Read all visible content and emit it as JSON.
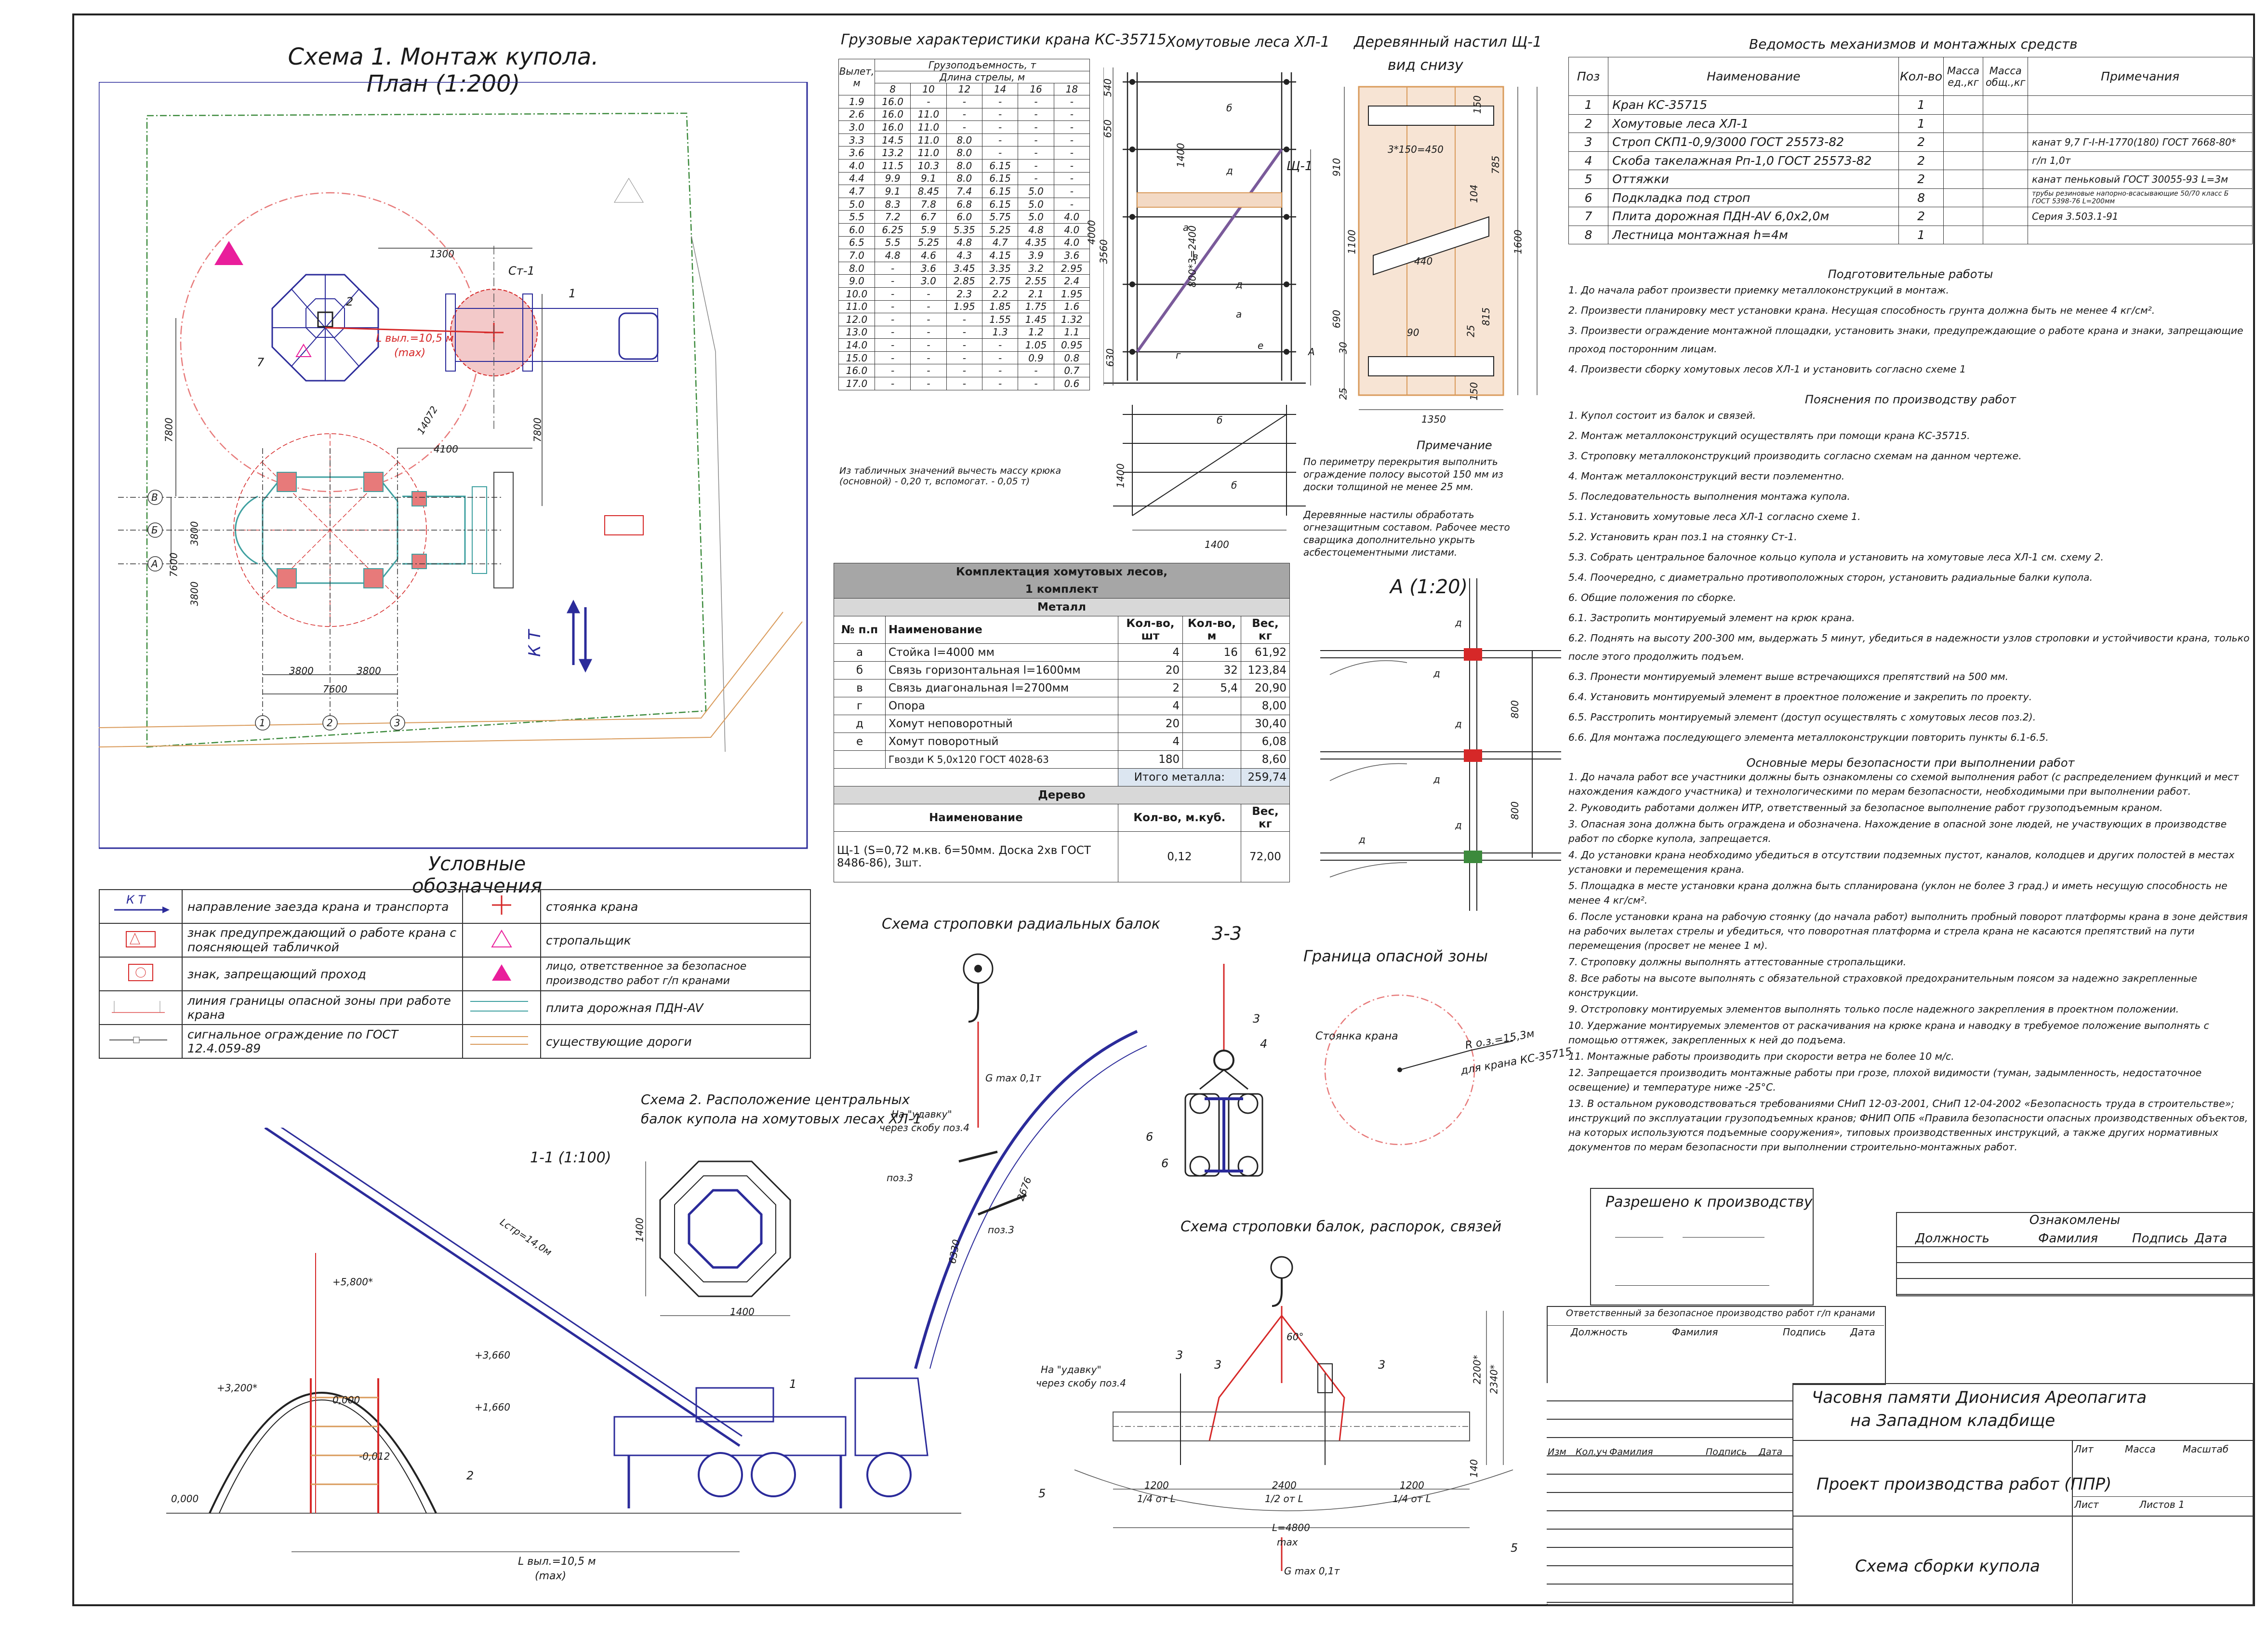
{
  "colors": {
    "green": "#3c8a3c",
    "red": "#d62828",
    "blue": "#2b2b9a",
    "magenta": "#e91e9b",
    "pink": "#e77a7a",
    "orange": "#d99a5a"
  },
  "plan": {
    "title": "Схема 1. Монтаж купола. План (1:200)",
    "labels": {
      "l1300": "1300",
      "l4100": "4100",
      "l14072": "14072",
      "l7800a": "7800",
      "l7800b": "7800",
      "l3800a": "3800",
      "l3800b": "3800",
      "l7600v": "7600",
      "l3800c": "3800",
      "l3800d": "3800",
      "l7600h": "7600",
      "ct1": "Ст-1",
      "n1": "1",
      "n2": "2",
      "n7": "7",
      "lvyl": "L выл.=10,5 м",
      "max": "(max)",
      "kt": "К Т",
      "axA": "А",
      "axB": "Б",
      "axV": "В",
      "ax1": "1",
      "ax2": "2",
      "ax3": "3"
    }
  },
  "crane_table": {
    "title": "Грузовые характеристики крана КС-35715",
    "header_left": "Вылет, м",
    "header_capacity": "Грузоподъемность, т",
    "header_boom": "Длина стрелы, м",
    "booms": [
      "8",
      "10",
      "12",
      "14",
      "16",
      "18"
    ],
    "rows": [
      [
        "1.9",
        "16.0",
        "-",
        "-",
        "-",
        "-",
        "-"
      ],
      [
        "2.6",
        "16.0",
        "11.0",
        "-",
        "-",
        "-",
        "-"
      ],
      [
        "3.0",
        "16.0",
        "11.0",
        "-",
        "-",
        "-",
        "-"
      ],
      [
        "3.3",
        "14.5",
        "11.0",
        "8.0",
        "-",
        "-",
        "-"
      ],
      [
        "3.6",
        "13.2",
        "11.0",
        "8.0",
        "-",
        "-",
        "-"
      ],
      [
        "4.0",
        "11.5",
        "10.3",
        "8.0",
        "6.15",
        "-",
        "-"
      ],
      [
        "4.4",
        "9.9",
        "9.1",
        "8.0",
        "6.15",
        "-",
        "-"
      ],
      [
        "4.7",
        "9.1",
        "8.45",
        "7.4",
        "6.15",
        "5.0",
        "-"
      ],
      [
        "5.0",
        "8.3",
        "7.8",
        "6.8",
        "6.15",
        "5.0",
        "-"
      ],
      [
        "5.5",
        "7.2",
        "6.7",
        "6.0",
        "5.75",
        "5.0",
        "4.0"
      ],
      [
        "6.0",
        "6.25",
        "5.9",
        "5.35",
        "5.25",
        "4.8",
        "4.0"
      ],
      [
        "6.5",
        "5.5",
        "5.25",
        "4.8",
        "4.7",
        "4.35",
        "4.0"
      ],
      [
        "7.0",
        "4.8",
        "4.6",
        "4.3",
        "4.15",
        "3.9",
        "3.6"
      ],
      [
        "8.0",
        "-",
        "3.6",
        "3.45",
        "3.35",
        "3.2",
        "2.95"
      ],
      [
        "9.0",
        "-",
        "3.0",
        "2.85",
        "2.75",
        "2.55",
        "2.4"
      ],
      [
        "10.0",
        "-",
        "-",
        "2.3",
        "2.2",
        "2.1",
        "1.95"
      ],
      [
        "11.0",
        "-",
        "-",
        "1.95",
        "1.85",
        "1.75",
        "1.6"
      ],
      [
        "12.0",
        "-",
        "-",
        "-",
        "1.55",
        "1.45",
        "1.32"
      ],
      [
        "13.0",
        "-",
        "-",
        "-",
        "1.3",
        "1.2",
        "1.1"
      ],
      [
        "14.0",
        "-",
        "-",
        "-",
        "-",
        "1.05",
        "0.95"
      ],
      [
        "15.0",
        "-",
        "-",
        "-",
        "-",
        "0.9",
        "0.8"
      ],
      [
        "16.0",
        "-",
        "-",
        "-",
        "-",
        "-",
        "0.7"
      ],
      [
        "17.0",
        "-",
        "-",
        "-",
        "-",
        "-",
        "0.6"
      ]
    ],
    "note": "Из табличных значений вычесть массу крюка (основной) - 0,20 т, вспомогат. - 0,05 т)"
  },
  "scaffold": {
    "title": "Хомутовые леса ХЛ-1",
    "sh1": "Щ-1",
    "dims": {
      "d540": "540",
      "d650": "650",
      "d1400": "1400",
      "d800x3": "800*3=2400",
      "d4000": "4000",
      "d3560": "3560",
      "d630": "630",
      "d1400b": "1400",
      "d1400c": "1400"
    },
    "letters": {
      "a": "а",
      "b": "б",
      "v": "в",
      "g": "г",
      "d": "д",
      "e": "е",
      "A": "А"
    }
  },
  "deck": {
    "title": "Деревянный настил Щ-1",
    "subtitle": "вид снизу",
    "dims": {
      "d150a": "150",
      "d3150": "3*150=450",
      "d785": "785",
      "d910": "910",
      "d1100": "1100",
      "d1600": "1600",
      "d690": "690",
      "d440": "440",
      "d90": "90",
      "d815": "815",
      "d150b": "150",
      "d25": "25",
      "d30": "30",
      "d1350": "1350",
      "d104": "104"
    },
    "note_title": "Примечание",
    "note1": "По периметру перекрытия выполнить ограждение полосу высотой 150 мм из доски толщиной не менее 25 мм.",
    "note2": "Деревянные настилы обработать огнезащитным составом. Рабочее место сварщика дополнительно укрыть асбестоцементными листами."
  },
  "komp": {
    "title1": "Комплектация хомутовых лесов,",
    "title2": "1 комплект",
    "metal": "Металл",
    "head": [
      "№ п.п",
      "Наименование",
      "Кол-во, шт",
      "Кол-во, м",
      "Вес, кг"
    ],
    "rows": [
      [
        "а",
        "Стойка l=4000 мм",
        "4",
        "16",
        "61,92"
      ],
      [
        "б",
        "Связь горизонтальная l=1600мм",
        "20",
        "32",
        "123,84"
      ],
      [
        "в",
        "Связь диагональная l=2700мм",
        "2",
        "5,4",
        "20,90"
      ],
      [
        "г",
        "Опора",
        "4",
        "",
        "8,00"
      ],
      [
        "д",
        "Хомут неповоротный",
        "20",
        "",
        "30,40"
      ],
      [
        "е",
        "Хомут поворотный",
        "4",
        "",
        "6,08"
      ],
      [
        "",
        "Гвозди К 5,0х120 ГОСТ 4028-63",
        "180",
        "",
        "8,60"
      ]
    ],
    "itog_label": "Итого металла:",
    "itog_val": "259,74",
    "wood": "Дерево",
    "wood_head": [
      "Наименование",
      "Кол-во, м.куб.",
      "Вес, кг"
    ],
    "wood_row": [
      "Щ-1 (S=0,72 м.кв. б=50мм. Доска 2хв ГОСТ 8486-86), 3шт.",
      "0,12",
      "72,00"
    ]
  },
  "detailA": {
    "title": "А (1:20)",
    "d800a": "800",
    "d800b": "800",
    "d": "д"
  },
  "ved": {
    "title": "Ведомость механизмов и монтажных средств",
    "head": [
      "Поз",
      "Наименование",
      "Кол-во",
      "Масса ед.,кг",
      "Масса общ.,кг",
      "Примечания"
    ],
    "rows": [
      [
        "1",
        "Кран КС-35715",
        "1",
        "",
        "",
        ""
      ],
      [
        "2",
        "Хомутовые леса ХЛ-1",
        "1",
        "",
        "",
        ""
      ],
      [
        "3",
        "Строп СКП1-0,9/3000 ГОСТ 25573-82",
        "2",
        "",
        "",
        "канат 9,7 Г-I-Н-1770(180) ГОСТ 7668-80*"
      ],
      [
        "4",
        "Скоба такелажная Рп-1,0 ГОСТ 25573-82",
        "2",
        "",
        "",
        "г/п 1,0т"
      ],
      [
        "5",
        "Оттяжки",
        "2",
        "",
        "",
        "канат пеньковый ГОСТ 30055-93 L=3м"
      ],
      [
        "6",
        "Подкладка под строп",
        "8",
        "",
        "",
        "трубы резиновые напорно-всасывающие 50/70 класс Б ГОСТ 5398-76 L=200мм"
      ],
      [
        "7",
        "Плита дорожная ПДН-AV 6,0х2,0м",
        "2",
        "",
        "",
        "Серия 3.503.1-91"
      ],
      [
        "8",
        "Лестница монтажная h=4м",
        "1",
        "",
        "",
        ""
      ]
    ]
  },
  "prep": {
    "title": "Подготовительные работы",
    "items": [
      "1. До начала работ произвести приемку металлоконструкций в монтаж.",
      "2. Произвести планировку мест установки крана. Несущая способность грунта должна быть не менее 4 кг/см².",
      "3. Произвести ограждение монтажной площадки, установить знаки, предупреждающие о работе крана и знаки, запрещающие проход посторонним лицам.",
      "4. Произвести сборку хомутовых лесов ХЛ-1 и установить согласно схеме 1"
    ]
  },
  "expl": {
    "title": "Пояснения по производству работ",
    "items": [
      "1. Купол состоит из балок и связей.",
      "2. Монтаж металлоконструкций осуществлять при помощи крана КС-35715.",
      "3. Строповку металлоконструкций производить согласно схемам на данном чертеже.",
      "4. Монтаж металлоконструкций вести поэлементно.",
      "5. Последовательность выполнения монтажа купола.",
      "5.1. Установить хомутовые леса ХЛ-1 согласно схеме 1.",
      "5.2. Установить кран поз.1 на стоянку Ст-1.",
      "5.3. Собрать центральное балочное кольцо купола и установить на хомутовые леса ХЛ-1 см. схему 2.",
      "5.4. Поочередно, с диаметрально противоположных сторон, установить радиальные балки купола.",
      "6. Общие положения по сборке.",
      "6.1. Застропить монтируемый элемент на крюк крана.",
      "6.2. Поднять на высоту 200-300 мм, выдержать 5 минут, убедиться в надежности узлов строповки и устойчивости крана, только после этого продолжить подъем.",
      "6.3. Пронести монтируемый элемент выше встречающихся препятствий на 500 мм.",
      "6.4. Установить монтируемый элемент в проектное положение и закрепить по проекту.",
      "6.5. Расстропить монтируемый элемент (доступ осуществлять с хомутовых лесов поз.2).",
      "6.6. Для монтажа последующего элемента металлоконструкции повторить пункты 6.1-6.5."
    ]
  },
  "safety": {
    "title": "Основные меры безопасности при выполнении работ",
    "items": [
      "1. До начала работ все участники должны быть ознакомлены со схемой выполнения работ (с распределением функций и мест нахождения каждого участника) и технологическими по мерам безопасности, необходимыми при выполнении работ.",
      "2. Руководить работами должен ИТР, ответственный за безопасное выполнение работ грузоподъемным краном.",
      "3. Опасная зона должна быть ограждена и обозначена. Нахождение в опасной зоне людей, не участвующих в производстве работ по сборке купола, запрещается.",
      "4. До установки крана необходимо убедиться в отсутствии подземных пустот, каналов, колодцев и других полостей в местах установки и перемещения крана.",
      "5. Площадка в месте установки крана должна быть спланирована (уклон не более 3 град.) и иметь несущую способность не менее 4 кг/см².",
      "6. После установки крана на рабочую стоянку (до начала работ) выполнить пробный поворот платформы крана в зоне действия на рабочих вылетах стрелы и убедиться, что поворотная платформа и стрела крана не касаются препятствий на пути перемещения (просвет не менее 1 м).",
      "7. Строповку должны выполнять аттестованные стропальщики.",
      "8. Все работы на высоте выполнять с обязательной страховкой предохранительным поясом за надежно закрепленные конструкции.",
      "9. Отстроповку монтируемых элементов выполнять только после надежного закрепления в проектном положении.",
      "10. Удержание монтируемых элементов от раскачивания на крюке крана и наводку в требуемое положение выполнять с помощью оттяжек, закрепленных к ней до подъема.",
      "11. Монтажные работы производить при скорости ветра не более 10 м/с.",
      "12. Запрещается производить монтажные работы при грозе, плохой видимости (туман, задымленность, недостаточное освещение) и температуре ниже -25°С.",
      "13. В остальном руководствоваться требованиями СНиП 12-03-2001, СНиП 12-04-2002 «Безопасность труда в строительстве»; инструкций по эксплуатации грузоподъемных кранов; ФНИП ОПБ «Правила безопасности опасных производственных объектов, на которых используются подъемные сооружения», типовых производственных инструкций, а также других нормативных документов по мерам безопасности при выполнении строительно-монтажных работ."
    ]
  },
  "legend": {
    "title": "Условные обозначения",
    "left": [
      "направление заезда крана и транспорта",
      "знак предупреждающий о работе крана с поясняющей табличкой",
      "знак, запрещающий проход",
      "линия границы опасной зоны при работе крана",
      "сигнальное ограждение по ГОСТ 12.4.059-89"
    ],
    "right": [
      "стоянка крана",
      "стропальщик",
      "лицо, ответственное за безопасное производство работ г/п кранами",
      "плита дорожная ПДН-AV",
      "существующие дороги"
    ],
    "kt": "К Т"
  },
  "scheme2": {
    "title1": "Схема 2. Расположение центральных",
    "title2": "балок купола на хомутовых лесах ХЛ-1",
    "d1400a": "1400",
    "d1400b": "1400"
  },
  "radial": {
    "title": "Схема строповки радиальных балок",
    "gmax": "G max 0,1т",
    "udavka1": "На \"удавку\"",
    "udavka2": "через скобу поз.4",
    "poz3a": "поз.3",
    "poz3b": "поз.3",
    "d2676": "2676",
    "d6330": "6330"
  },
  "section33": {
    "title": "3-3",
    "n3": "3",
    "n4": "4",
    "n6a": "6",
    "n6b": "6"
  },
  "danger": {
    "title": "Граница опасной зоны",
    "park": "Стоянка крана",
    "r": "R о.з.=15,3м",
    "for": "для крана КС-35715"
  },
  "section11": {
    "title": "1-1 (1:100)",
    "lstr": "Lстр=14,0м",
    "e5800": "+5,800*",
    "e3200": "+3,200*",
    "e3660": "+3,660",
    "e1660": "+1,660",
    "e0000a": "0,000",
    "e0000b": "0,000",
    "e0012": "-0,012",
    "n1": "1",
    "n2": "2",
    "lvyl": "L выл.=10,5 м",
    "max": "(max)"
  },
  "beams": {
    "title": "Схема строповки балок, распорок, связей",
    "udavka1": "На \"удавку\"",
    "udavka2": "через скобу поз.4",
    "n3a": "3",
    "n3b": "3",
    "n3c": "3",
    "n5a": "5",
    "n5b": "5",
    "d1200a": "1200",
    "q1": "1/4 от L",
    "d2400": "2400",
    "q2": "1/2 от L",
    "d1200b": "1200",
    "q3": "1/4 от L",
    "l4800": "L=4800",
    "max": "max",
    "d2200": "2200*",
    "d2340": "2340*",
    "d140": "140",
    "angle": "60°",
    "gmax": "G max 0,1т"
  },
  "razr": {
    "title": "Разрешено к производству"
  },
  "ozn": {
    "title": "Ознакомлены",
    "cols": [
      "Должность",
      "Фамилия",
      "Подпись",
      "Дата"
    ]
  },
  "otv": {
    "title": "Ответственный за безопасное производство работ г/п кранами",
    "cols": [
      "Должность",
      "Фамилия",
      "Подпись",
      "Дата"
    ]
  },
  "stamp": {
    "project1": "Часовня памяти Дионисия Ареопагита",
    "project2": "на Западном кладбище",
    "ppr": "Проект производства работ (ППР)",
    "sheet_name": "Схема сборки купола",
    "cols": [
      "Изм",
      "Кол.уч",
      "Фамилия",
      "Подпись",
      "Дата"
    ],
    "lit": "Лит",
    "mass": "Масса",
    "scale": "Масштаб",
    "list": "Лист",
    "listov": "Листов 1"
  }
}
